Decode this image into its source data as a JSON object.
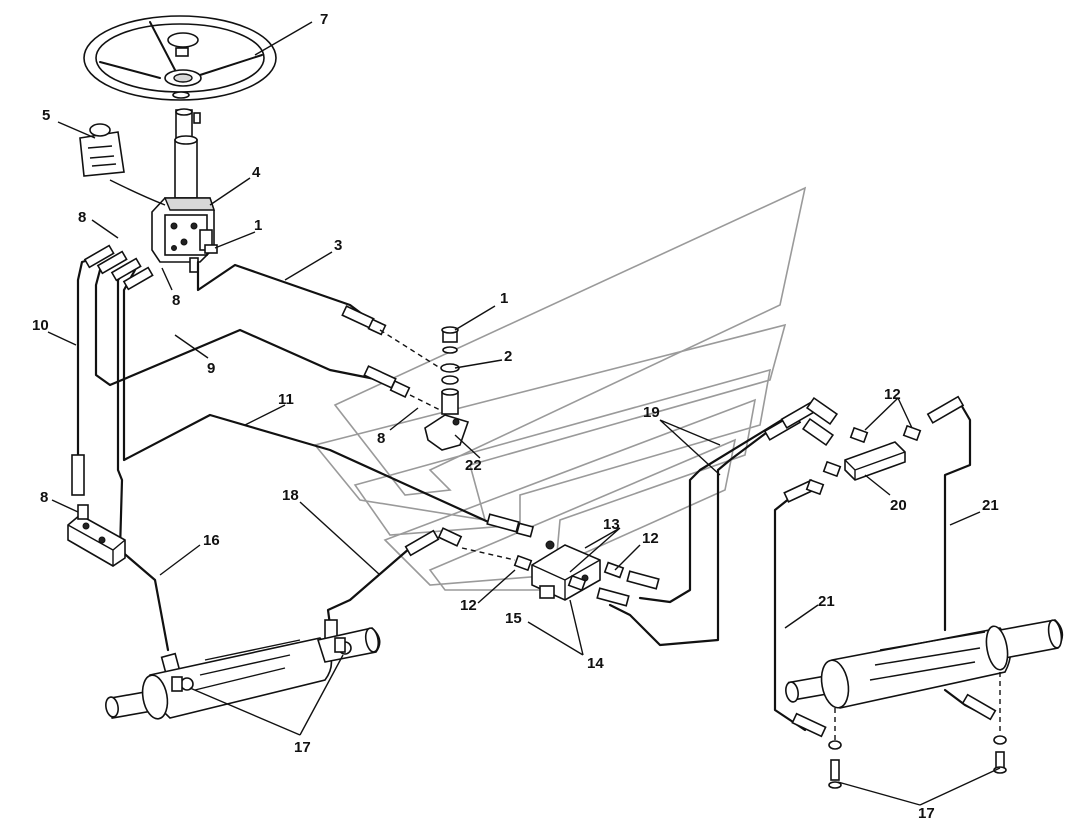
{
  "callouts": [
    {
      "id": "c1a",
      "text": "1"
    },
    {
      "id": "c1b",
      "text": "1"
    },
    {
      "id": "c2",
      "text": "2"
    },
    {
      "id": "c3",
      "text": "3"
    },
    {
      "id": "c4",
      "text": "4"
    },
    {
      "id": "c5",
      "text": "5"
    },
    {
      "id": "c7",
      "text": "7"
    },
    {
      "id": "c8a",
      "text": "8"
    },
    {
      "id": "c8b",
      "text": "8"
    },
    {
      "id": "c8c",
      "text": "8"
    },
    {
      "id": "c8d",
      "text": "8"
    },
    {
      "id": "c9",
      "text": "9"
    },
    {
      "id": "c10",
      "text": "10"
    },
    {
      "id": "c11",
      "text": "11"
    },
    {
      "id": "c12a",
      "text": "12"
    },
    {
      "id": "c12b",
      "text": "12"
    },
    {
      "id": "c12c",
      "text": "12"
    },
    {
      "id": "c13",
      "text": "13"
    },
    {
      "id": "c14",
      "text": "14"
    },
    {
      "id": "c15",
      "text": "15"
    },
    {
      "id": "c16",
      "text": "16"
    },
    {
      "id": "c17a",
      "text": "17"
    },
    {
      "id": "c17b",
      "text": "17"
    },
    {
      "id": "c18",
      "text": "18"
    },
    {
      "id": "c19",
      "text": "19"
    },
    {
      "id": "c20",
      "text": "20"
    },
    {
      "id": "c21a",
      "text": "21"
    },
    {
      "id": "c21b",
      "text": "21"
    },
    {
      "id": "c22",
      "text": "22"
    }
  ],
  "colors": {
    "line": "#111111",
    "watermark": "#9a9a9a",
    "shade": "#d8d8d8"
  }
}
